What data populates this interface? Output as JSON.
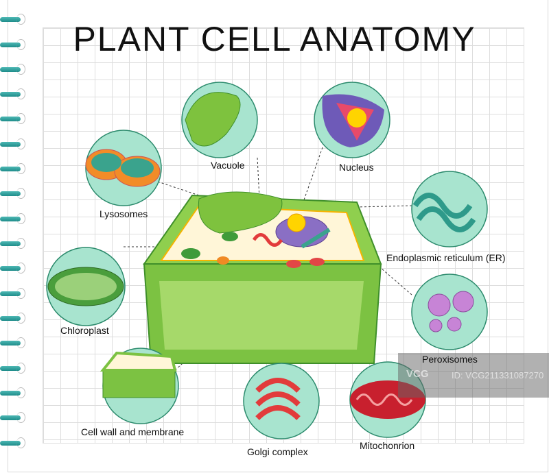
{
  "title": "PLANT CELL ANATOMY",
  "labels": {
    "vacuole": "Vacuole",
    "nucleus": "Nucleus",
    "lysosomes": "Lysosomes",
    "er": "Endoplasmic reticulum (ER)",
    "chloroplast": "Chloroplast",
    "peroxisomes": "Peroxisomes",
    "cell_wall": "Cell wall and membrane",
    "golgi": "Golgi complex",
    "mitochondrion": "Mitochonrion"
  },
  "watermark": {
    "brand": "VCG",
    "id": "ID: VCG211331087270"
  },
  "colors": {
    "circle_fill": "#a8e4cf",
    "circle_stroke": "#2b8a6c",
    "cell_green": "#7cc242",
    "dark_green": "#3f8f2a"
  }
}
